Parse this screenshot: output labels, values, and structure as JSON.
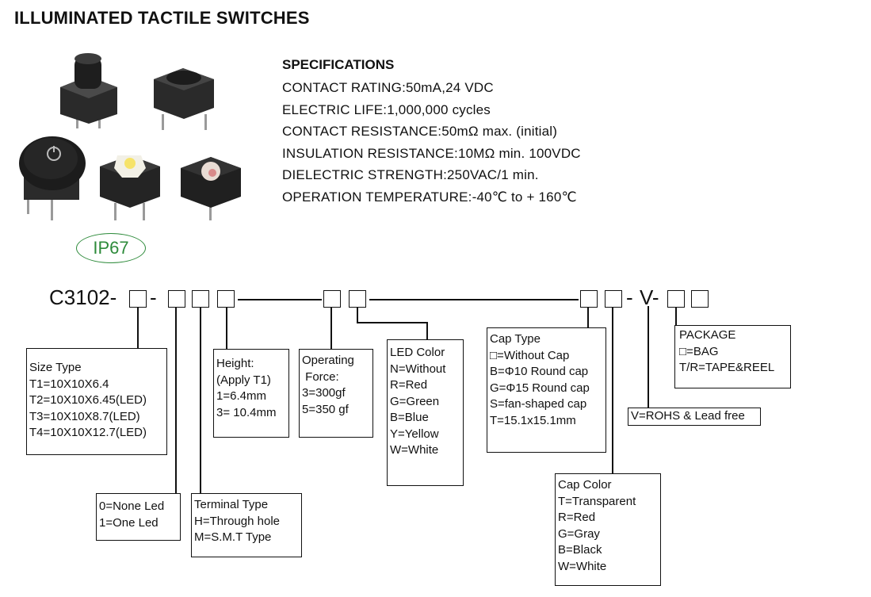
{
  "title": "ILLUMINATED TACTILE SWITCHES",
  "specifications": {
    "heading": "SPECIFICATIONS",
    "lines": [
      "CONTACT RATING:50mA,24 VDC",
      "ELECTRIC LIFE:1,000,000 cycles",
      "CONTACT RESISTANCE:50mΩ max. (initial)",
      "INSULATION RESISTANCE:10MΩ min. 100VDC",
      "DIELECTRIC STRENGTH:250VAC/1 min.",
      "OPERATION TEMPERATURE:-40℃ to + 160℃"
    ]
  },
  "badge": "IP67",
  "part_code": {
    "prefix": "C3102-",
    "dash1": "-",
    "dash2": "-",
    "v_suffix": "V-"
  },
  "boxes": {
    "size_type": [
      "Size Type",
      "T1=10X10X6.4",
      "T2=10X10X6.45(LED)",
      "T3=10X10X8.7(LED)",
      "T4=10X10X12.7(LED)"
    ],
    "led_count": [
      "0=None Led",
      "1=One Led"
    ],
    "terminal_type": [
      "Terminal Type",
      "H=Through hole",
      "M=S.M.T Type"
    ],
    "height": [
      "Height:",
      "(Apply T1)",
      "1=6.4mm",
      "3= 10.4mm"
    ],
    "operating_force": [
      "Operating",
      " Force:",
      "3=300gf",
      "5=350 gf"
    ],
    "led_color": [
      "LED Color",
      "N=Without",
      "R=Red",
      "G=Green",
      "B=Blue",
      "Y=Yellow",
      "W=White"
    ],
    "cap_type": [
      "Cap Type",
      "□=Without Cap",
      "B=Φ10 Round cap",
      "G=Φ15 Round cap",
      "S=fan-shaped cap",
      "T=15.1x15.1mm"
    ],
    "cap_color": [
      "Cap Color",
      "T=Transparent",
      "R=Red",
      "G=Gray",
      "B=Black",
      "W=White"
    ],
    "rohs": [
      "V=ROHS & Lead free"
    ],
    "package": [
      "PACKAGE",
      "□=BAG",
      "T/R=TAPE&REEL"
    ]
  },
  "colors": {
    "badge_green": "#2e8b3b",
    "ink": "#111111"
  }
}
